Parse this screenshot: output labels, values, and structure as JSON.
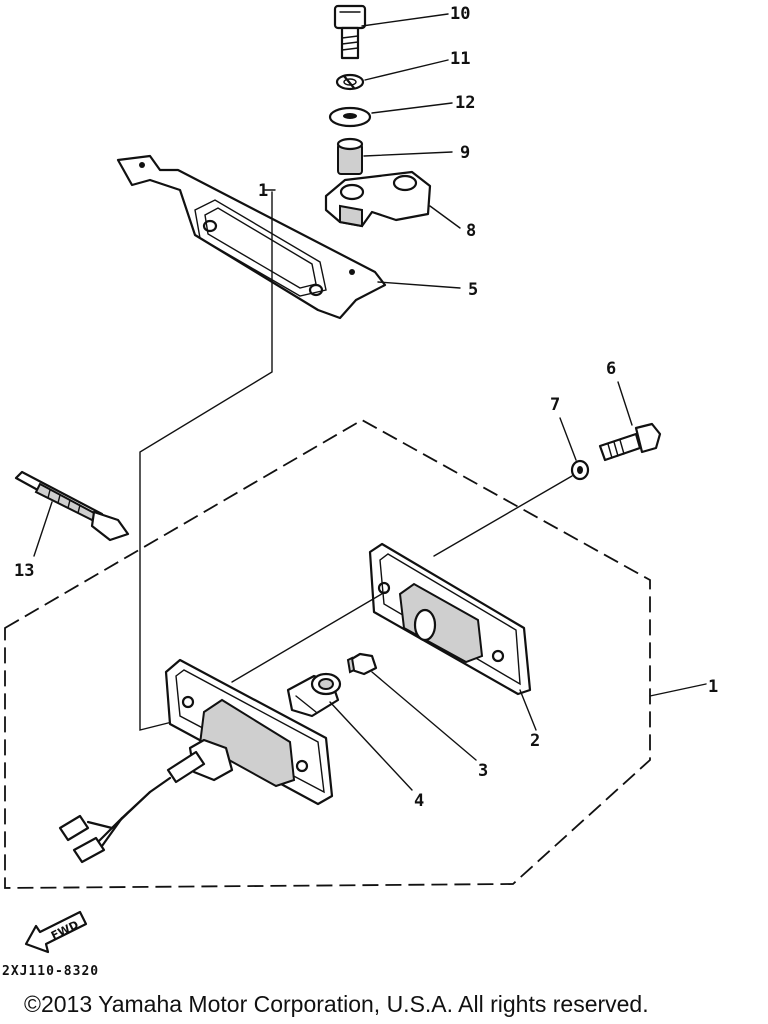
{
  "callouts": [
    {
      "id": "c1",
      "label": "1"
    },
    {
      "id": "c2",
      "label": "2"
    },
    {
      "id": "c3",
      "label": "3"
    },
    {
      "id": "c4",
      "label": "4"
    },
    {
      "id": "c5",
      "label": "5"
    },
    {
      "id": "c6",
      "label": "6"
    },
    {
      "id": "c7",
      "label": "7"
    },
    {
      "id": "c8",
      "label": "8"
    },
    {
      "id": "c9",
      "label": "9"
    },
    {
      "id": "c10",
      "label": "10"
    },
    {
      "id": "c11",
      "label": "11"
    },
    {
      "id": "c12",
      "label": "12"
    },
    {
      "id": "c13",
      "label": "13"
    },
    {
      "id": "c1b",
      "label": "1"
    }
  ],
  "fwd_label": "FWD",
  "drawing_code": "2XJ110-8320",
  "copyright": "©2013 Yamaha Motor Corporation, U.S.A. All rights reserved."
}
